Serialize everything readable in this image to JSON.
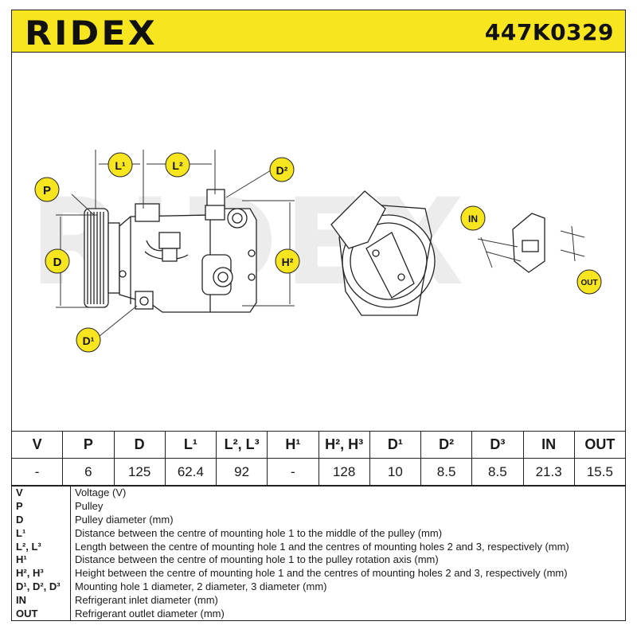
{
  "header": {
    "brand": "RIDEX",
    "part_number": "447K0329"
  },
  "watermark": "RIDEX",
  "callouts": {
    "p": "P",
    "d": "D",
    "l1": "L¹",
    "l2": "L²",
    "d1": "D¹",
    "d2": "D²",
    "h2": "H²",
    "in": "IN",
    "out": "OUT"
  },
  "colors": {
    "brand_yellow": "#f6e51f",
    "line": "#222222"
  },
  "spec_table": {
    "headers": [
      "V",
      "P",
      "D",
      "L¹",
      "L², L³",
      "H¹",
      "H², H³",
      "D¹",
      "D²",
      "D³",
      "IN",
      "OUT"
    ],
    "values": [
      "-",
      "6",
      "125",
      "62.4",
      "92",
      "-",
      "128",
      "10",
      "8.5",
      "8.5",
      "21.3",
      "15.5"
    ]
  },
  "legend": [
    {
      "abbr": "V",
      "desc": "Voltage (V)"
    },
    {
      "abbr": "P",
      "desc": "Pulley"
    },
    {
      "abbr": "D",
      "desc": "Pulley diameter (mm)"
    },
    {
      "abbr": "L¹",
      "desc": "Distance between the centre of mounting hole 1 to the middle of the pulley (mm)"
    },
    {
      "abbr": "L², L³",
      "desc": "Length between the centre of mounting hole 1 and the centres of mounting holes 2 and 3, respectively (mm)"
    },
    {
      "abbr": "H¹",
      "desc": "Distance between the centre of mounting hole 1 to the pulley rotation axis (mm)"
    },
    {
      "abbr": "H², H³",
      "desc": "Height between the centre of mounting hole 1 and the centres of mounting holes 2 and 3, respectively (mm)"
    },
    {
      "abbr": "D¹, D², D³",
      "desc": "Mounting hole 1 diameter, 2 diameter, 3 diameter (mm)"
    },
    {
      "abbr": "IN",
      "desc": "Refrigerant inlet diameter (mm)"
    },
    {
      "abbr": "OUT",
      "desc": "Refrigerant outlet diameter (mm)"
    }
  ]
}
